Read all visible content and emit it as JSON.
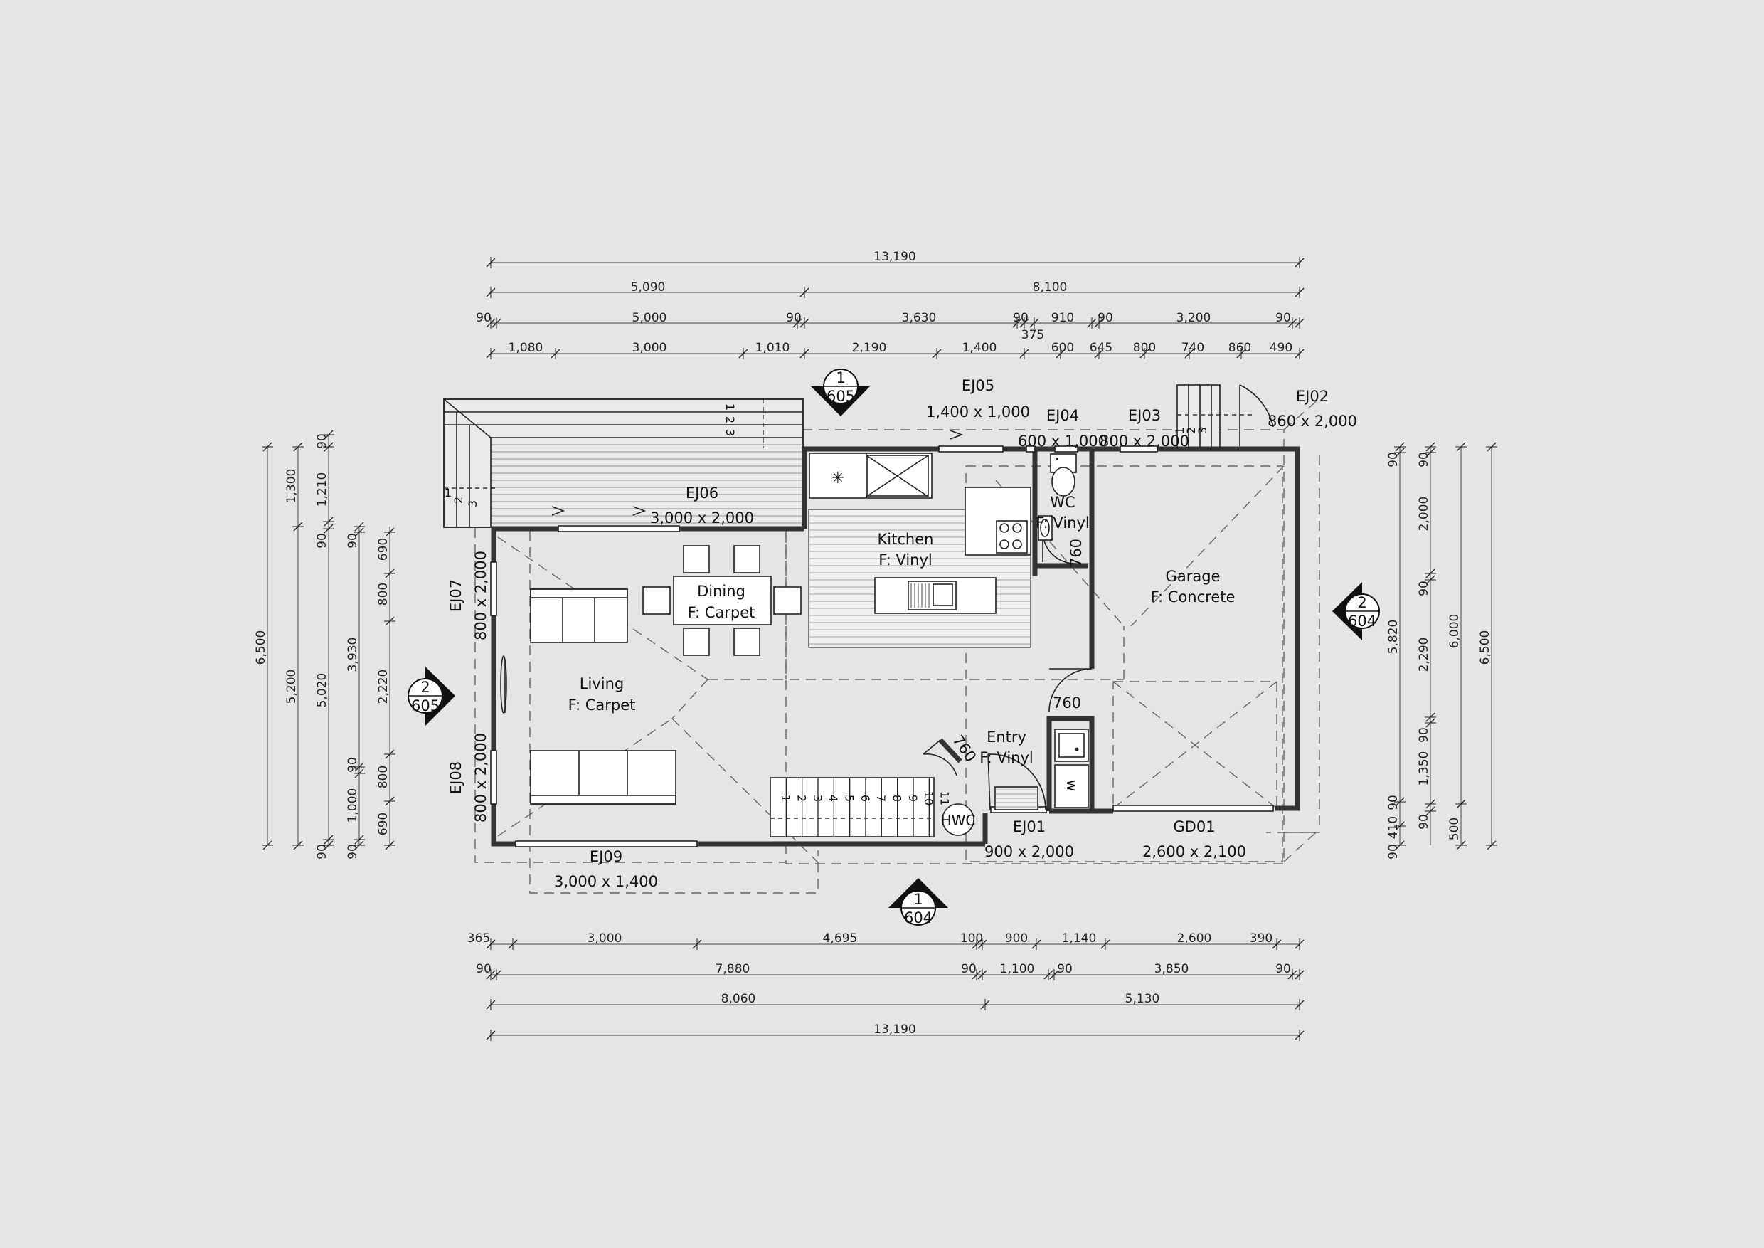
{
  "dims": {
    "top_row1": [
      "13,190"
    ],
    "top_row2": [
      "5,090",
      "8,100"
    ],
    "top_row3": [
      "90",
      "5,000",
      "90",
      "3,630",
      "90",
      "910",
      "90",
      "3,200",
      "90"
    ],
    "top_row3_extra": "375",
    "top_row4": [
      "1,080",
      "3,000",
      "1,010",
      "2,190",
      "1,400",
      "600",
      "645",
      "800",
      "740",
      "860",
      "490"
    ],
    "bot_row1": [
      "365",
      "3,000",
      "4,695",
      "100",
      "900",
      "1,140",
      "2,600",
      "390"
    ],
    "bot_row2": [
      "90",
      "7,880",
      "90",
      "1,100",
      "90",
      "3,850",
      "90"
    ],
    "bot_row3": [
      "8,060",
      "5,130"
    ],
    "bot_row4": [
      "13,190"
    ],
    "left_col1": [
      "6,500"
    ],
    "left_col2": [
      "1,300",
      "5,200"
    ],
    "left_col3": [
      "90",
      "1,210",
      "90",
      "5,020",
      "90"
    ],
    "left_col4": [
      "90",
      "3,930",
      "90",
      "1,000",
      "90"
    ],
    "left_col5": [
      "690",
      "800",
      "2,220",
      "800",
      "690"
    ],
    "right_col1": [
      "90",
      "5,820",
      "90",
      "410",
      "90"
    ],
    "right_col2": [
      "90",
      "2,000",
      "90",
      "2,290",
      "90",
      "1,350",
      "90"
    ],
    "right_col3": [
      "6,000",
      "500"
    ],
    "right_col4": [
      "6,500"
    ]
  },
  "openings": {
    "ej01": {
      "code": "EJ01",
      "size": "900 x 2,000"
    },
    "ej02": {
      "code": "EJ02",
      "size": "860 x 2,000"
    },
    "ej03": {
      "code": "EJ03",
      "size": "800 x 2,000"
    },
    "ej04": {
      "code": "EJ04",
      "size": "600 x 1,000"
    },
    "ej05": {
      "code": "EJ05",
      "size": "1,400 x 1,000"
    },
    "ej06": {
      "code": "EJ06",
      "size": "3,000 x 2,000"
    },
    "ej07": {
      "code": "EJ07",
      "size": "800 x 2,000"
    },
    "ej08": {
      "code": "EJ08",
      "size": "800 x 2,000"
    },
    "ej09": {
      "code": "EJ09",
      "size": "3,000 x 1,400"
    },
    "gd01": {
      "code": "GD01",
      "size": "2,600 x 2,100"
    }
  },
  "rooms": {
    "kitchen": {
      "name": "Kitchen",
      "floor": "F: Vinyl"
    },
    "dining": {
      "name": "Dining",
      "floor": "F: Carpet"
    },
    "living": {
      "name": "Living",
      "floor": "F: Carpet"
    },
    "wc": {
      "name": "WC",
      "floor": "F: Vinyl"
    },
    "garage": {
      "name": "Garage",
      "floor": "F: Concrete"
    },
    "entry": {
      "name": "Entry",
      "floor": "F: Vinyl"
    }
  },
  "door_widths": {
    "wc": "760",
    "entry": "760",
    "stair": "760"
  },
  "hwc": "HWC",
  "section_markers": {
    "top": {
      "num": "1",
      "sheet": "605"
    },
    "left": {
      "num": "2",
      "sheet": "605"
    },
    "right": {
      "num": "2",
      "sheet": "604"
    },
    "bottom": {
      "num": "1",
      "sheet": "604"
    }
  },
  "stairs": [
    "1",
    "2",
    "3",
    "4",
    "5",
    "6",
    "7",
    "8",
    "9",
    "10",
    "11"
  ],
  "deck_steps": [
    "1",
    "2",
    "3"
  ],
  "rear_steps": [
    "1",
    "2",
    "3"
  ]
}
